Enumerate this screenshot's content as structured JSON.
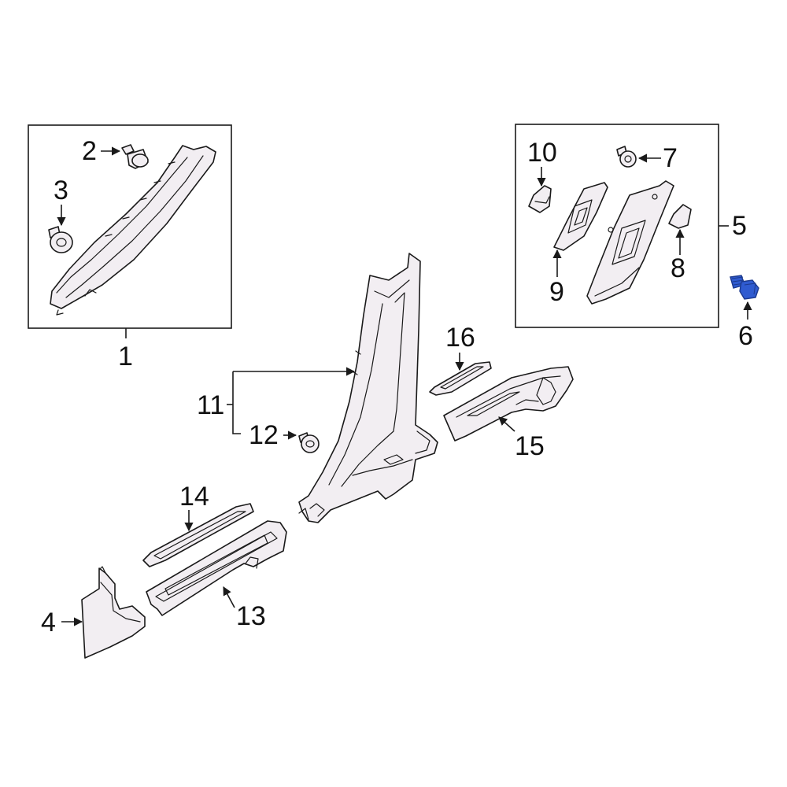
{
  "callouts": {
    "c1": "1",
    "c2": "2",
    "c3": "3",
    "c4": "4",
    "c5": "5",
    "c6": "6",
    "c7": "7",
    "c8": "8",
    "c9": "9",
    "c10": "10",
    "c11": "11",
    "c12": "12",
    "c13": "13",
    "c14": "14",
    "c15": "15",
    "c16": "16"
  },
  "colors": {
    "part_fill": "#f2eef2",
    "line": "#1a1a1a",
    "highlight_fill": "#2f5bd0",
    "highlight_dark": "#1c3a8e"
  },
  "highlighted_part": "6"
}
